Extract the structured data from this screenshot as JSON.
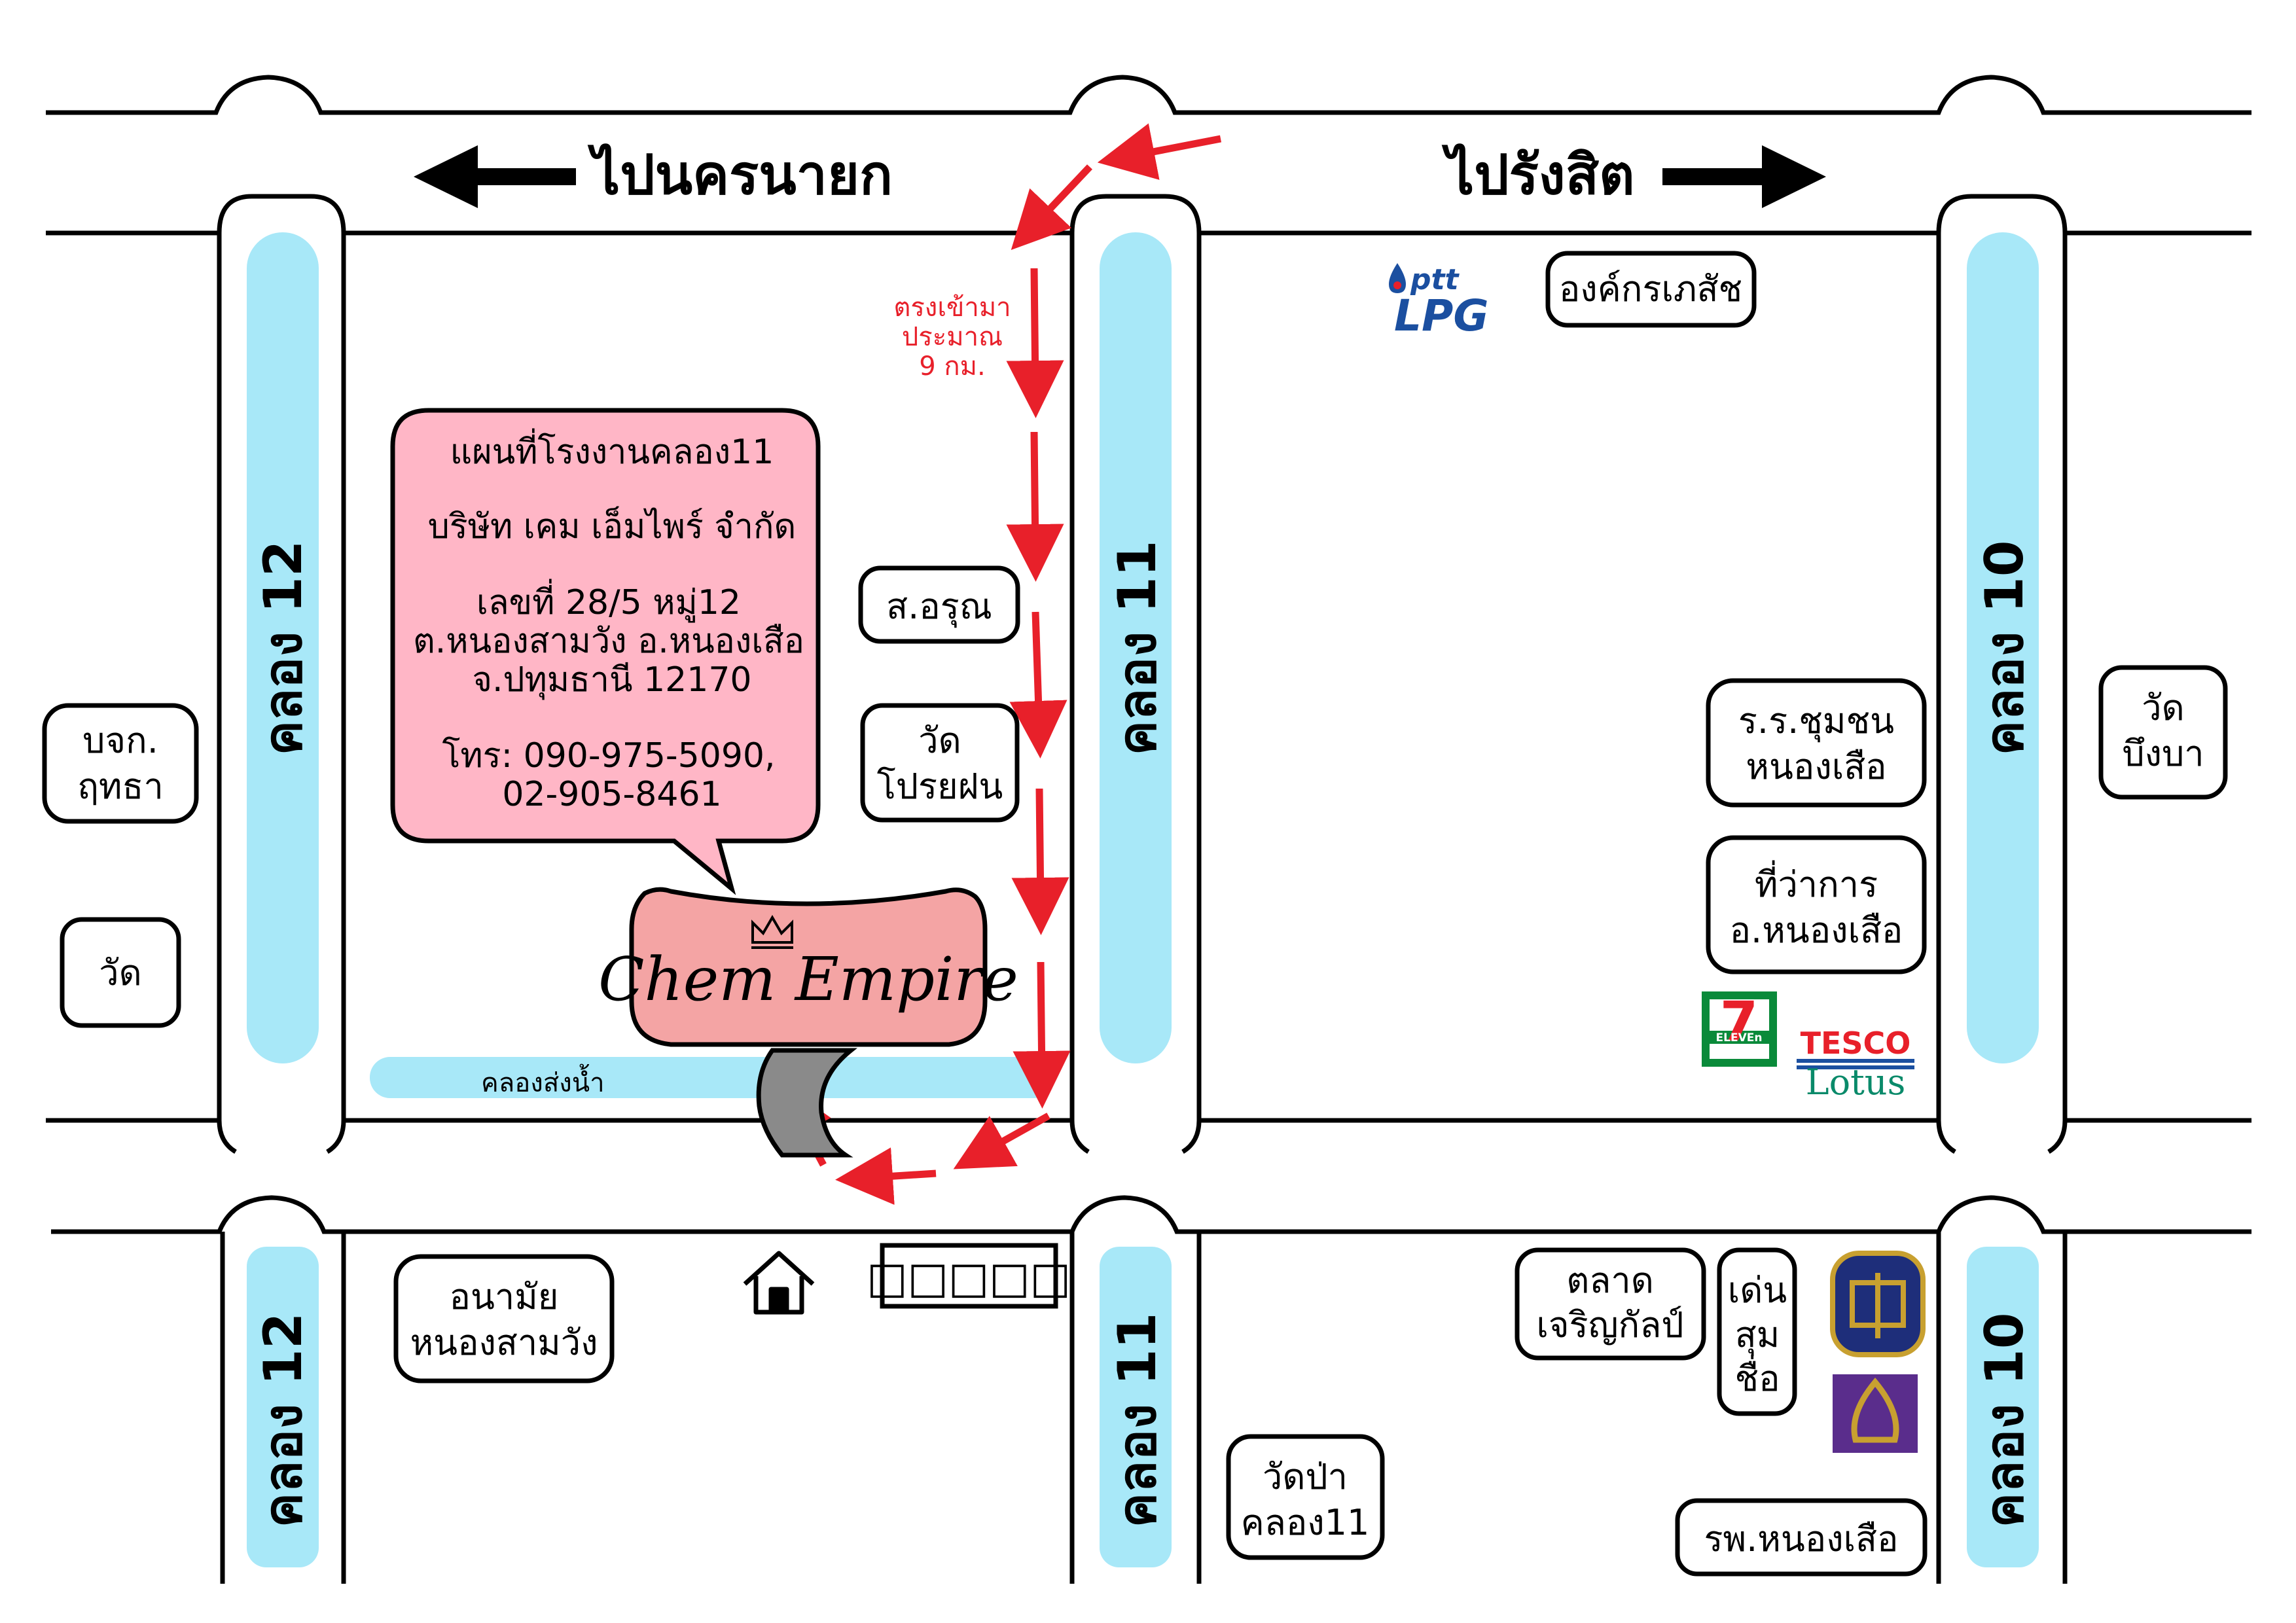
{
  "roads": {
    "left_direction": "ไปนครนายก",
    "right_direction": "ไปรังสิต"
  },
  "canals": {
    "k12_top": "คลอง 12",
    "k11_top": "คลอง 11",
    "k10_top": "คลอง 10",
    "k12_bottom": "คลอง 12",
    "k11_bottom": "คลอง 11",
    "k10_bottom": "คลอง 10",
    "irrigation": "คลองส่งน้ำ"
  },
  "route_note": [
    "ตรงเข้ามา",
    "ประมาณ",
    "9 กม."
  ],
  "info_bubble": {
    "title": "แผนที่โรงงานคลอง11",
    "company": "บริษัท เคม เอ็มไพร์ จำกัด",
    "address_1": "เลขที่ 28/5 หมู่12",
    "address_2": "ต.หนองสามวัง อ.หนองเสือ",
    "address_3": "จ.ปทุมธานี 12170",
    "phone_1": "โทร: 090-975-5090,",
    "phone_2": "02-905-8461"
  },
  "factory_logo": {
    "text": "Chem Empire",
    "fill": "#f4a4a4"
  },
  "places": {
    "bjk": [
      "บจก.",
      "ฤทธา"
    ],
    "wat_left": "วัด",
    "sor_arun": "ส.อรุณ",
    "wat_proi": [
      "วัด",
      "โปรยฝน"
    ],
    "org_pharma": "องค์กรเภสัช",
    "school": [
      "ร.ร.ชุมชน",
      "หนองเสือ"
    ],
    "district_office": [
      "ที่ว่าการ",
      "อ.หนองเสือ"
    ],
    "wat_bueng": [
      "วัด",
      "บึงบา"
    ],
    "anamai": [
      "อนามัย",
      "หนองสามวัง"
    ],
    "market": [
      "ตลาด",
      "เจริญกัลป์"
    ],
    "den": [
      "เด่น",
      "สุม",
      "ชื่อ"
    ],
    "wat_pa": [
      "วัดป่า",
      "คลอง11"
    ],
    "hospital": "รพ.หนองเสือ",
    "sign_box": "□□□□□"
  },
  "brands": {
    "ptt": "ptt",
    "lpg": "LPG",
    "seven": "7",
    "seven_sub": "ELEVEn",
    "tesco": "TESCO",
    "lotus": "Lotus"
  },
  "colors": {
    "canal": "#a8e8f8",
    "bubble": "#ffb6c6",
    "route": "#e8202a",
    "logo": "#f4a4a4",
    "lane": "#8a8a8a"
  }
}
